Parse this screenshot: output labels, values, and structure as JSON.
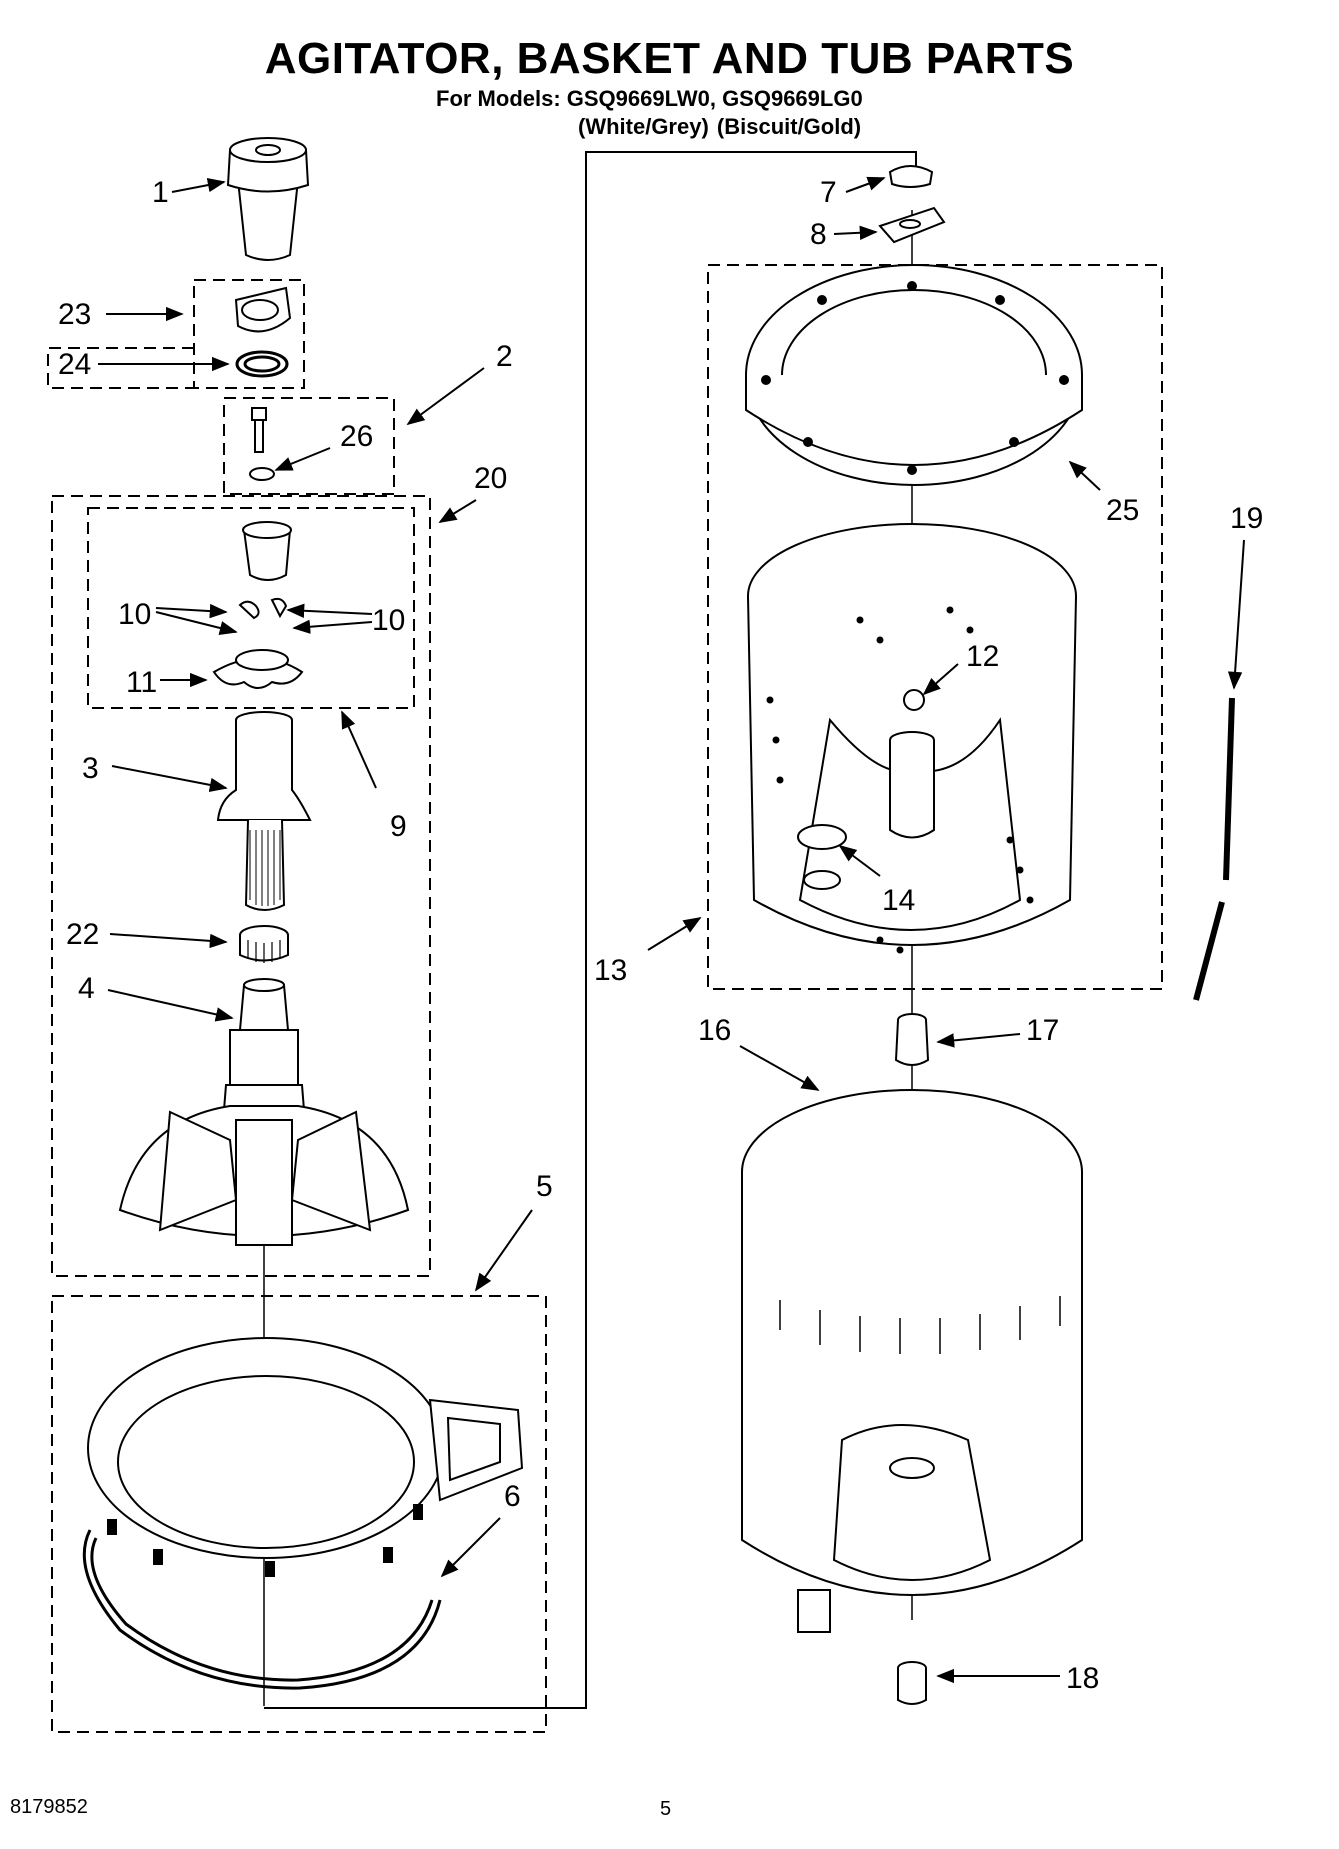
{
  "header": {
    "title": "AGITATOR, BASKET AND TUB PARTS",
    "models_line": "For Models: GSQ9669LW0, GSQ9669LG0",
    "variants_line": "(White/Grey)   (Biscuit/Gold)"
  },
  "callouts": {
    "c1": "1",
    "c2": "2",
    "c3": "3",
    "c4": "4",
    "c5": "5",
    "c6": "6",
    "c7": "7",
    "c8": "8",
    "c9": "9",
    "c10a": "10",
    "c10b": "10",
    "c11": "11",
    "c12": "12",
    "c13": "13",
    "c14": "14",
    "c16": "16",
    "c17": "17",
    "c18": "18",
    "c19": "19",
    "c20": "20",
    "c22": "22",
    "c23": "23",
    "c24": "24",
    "c25": "25",
    "c26": "26"
  },
  "footer": {
    "doc_number": "8179852",
    "page_number": "5"
  }
}
